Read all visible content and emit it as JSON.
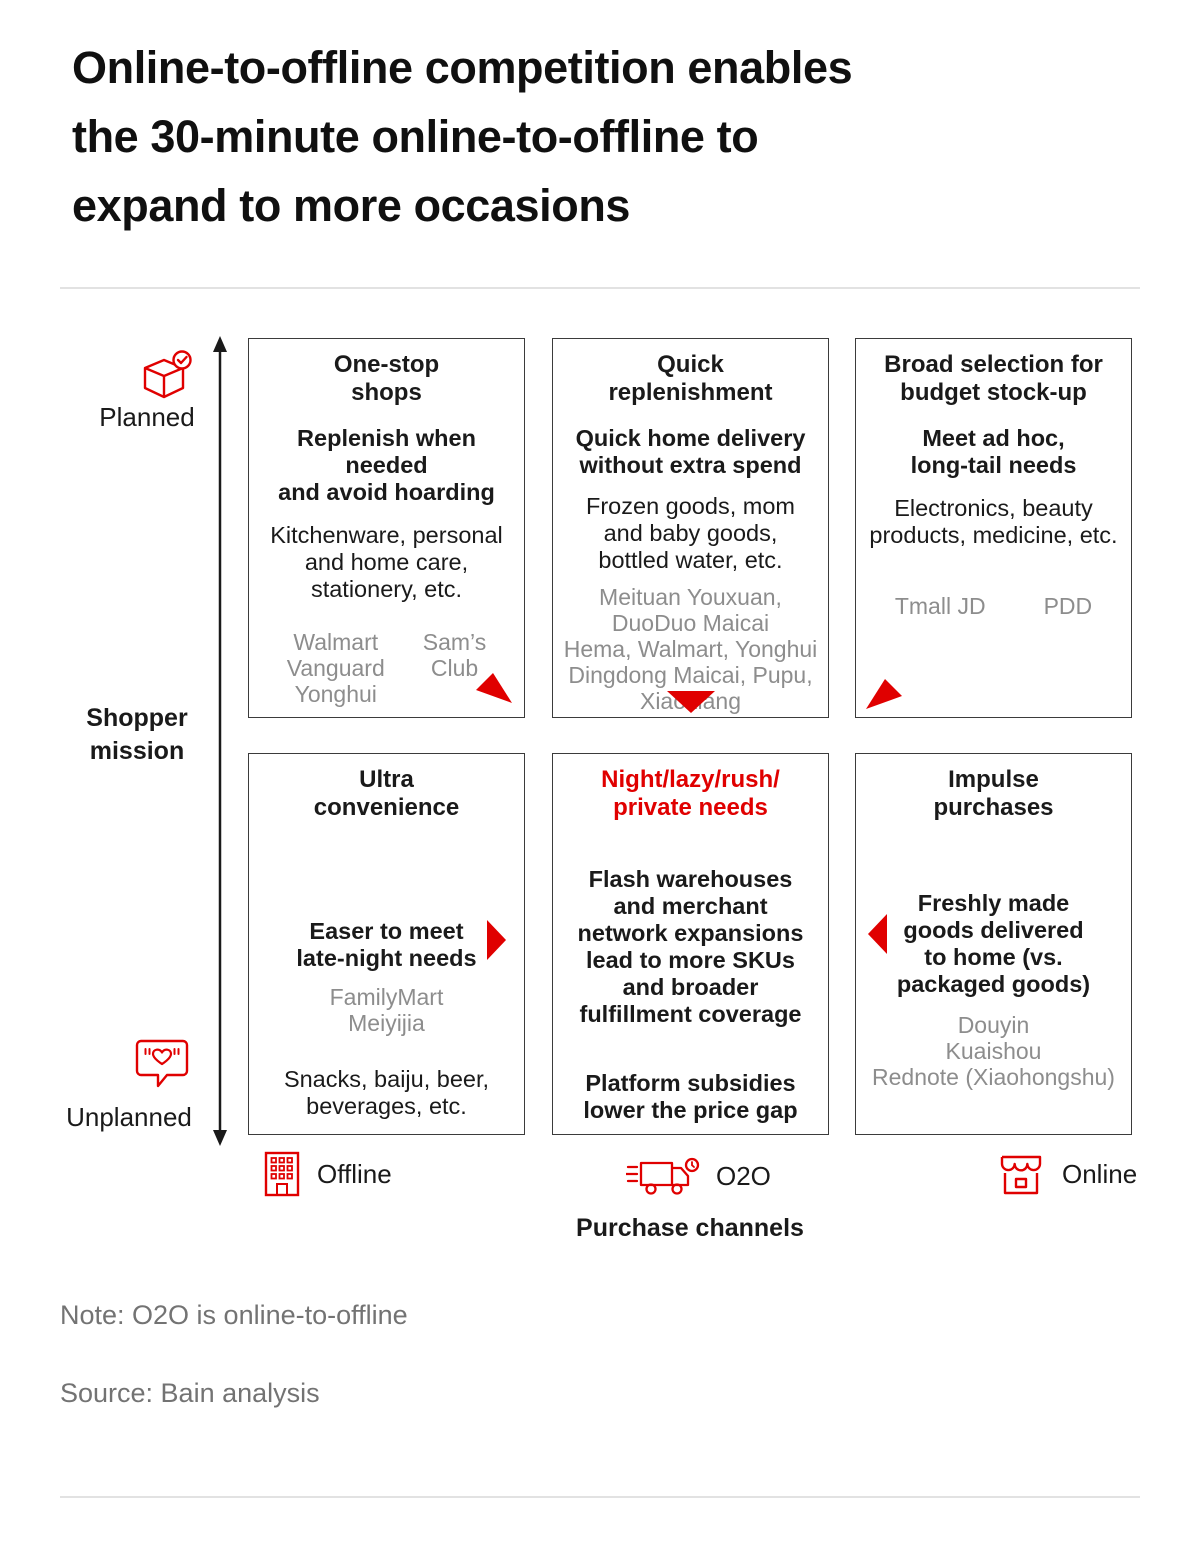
{
  "title": "Online-to-offline competition enables\nthe 30-minute online-to-offline to\nexpand to more occasions",
  "colors": {
    "accent": "#e00000",
    "gray_text": "#8d8d8d",
    "note_text": "#737373"
  },
  "y_axis": {
    "top_label": "Planned",
    "bottom_label": "Unplanned",
    "title": "Shopper\nmission"
  },
  "x_axis": {
    "title": "Purchase channels",
    "channels": [
      {
        "label": "Offline",
        "icon": "building-icon"
      },
      {
        "label": "O2O",
        "icon": "delivery-truck-icon"
      },
      {
        "label": "Online",
        "icon": "storefront-icon"
      }
    ]
  },
  "boxes": {
    "one_stop": {
      "title": "One-stop\nshops",
      "sub": "Replenish when needed\nand avoid hoarding",
      "body": "Kitchenware, personal\nand home care,\nstationery, etc.",
      "brand_left": "Walmart\nVanguard\nYonghui",
      "brand_right": "Sam’s\nClub"
    },
    "quick_replenishment": {
      "title": "Quick\nreplenishment",
      "sub": "Quick home delivery\nwithout extra spend",
      "body": "Frozen goods, mom\nand baby goods,\nbottled water, etc.",
      "brands": "Meituan Youxuan,\nDuoDuo Maicai\nHema, Walmart, Yonghui\nDingdong Maicai, Pupu,\nXiaoxiang"
    },
    "broad_selection": {
      "title": "Broad selection for\nbudget stock-up",
      "sub": "Meet ad hoc,\nlong-tail needs",
      "body": "Electronics, beauty\nproducts, medicine, etc.",
      "brand_left": "Tmall JD",
      "brand_right": "PDD"
    },
    "ultra_convenience": {
      "title": "Ultra\nconvenience",
      "sub": "Easer to meet\nlate-night needs",
      "brands": "FamilyMart\nMeiyijia",
      "body": "Snacks, baiju, beer,\nbeverages, etc."
    },
    "night_needs": {
      "title": "Night/lazy/rush/\nprivate needs",
      "para1": "Flash warehouses\nand merchant\nnetwork expansions\nlead to more SKUs\nand broader\nfulfillment coverage",
      "para2": "Platform subsidies\nlower the price gap"
    },
    "impulse": {
      "title": "Impulse\npurchases",
      "sub": "Freshly made\ngoods delivered\nto home (vs.\npackaged goods)",
      "brands": "Douyin\nKuaishou\nRednote (Xiaohongshu)"
    }
  },
  "note": "Note: O2O is online-to-offline",
  "source": "Source: Bain analysis"
}
